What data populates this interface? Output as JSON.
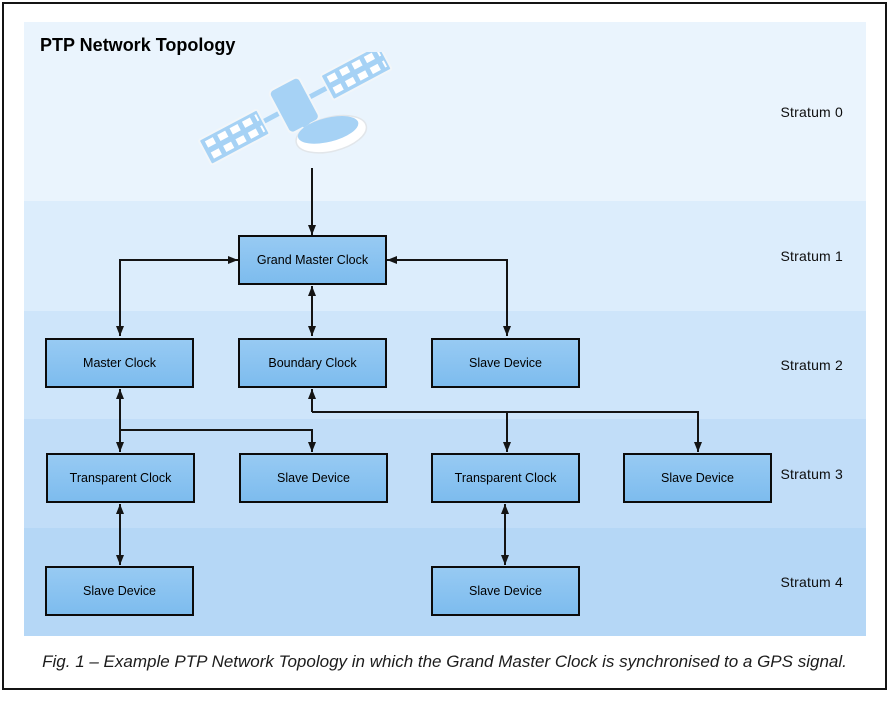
{
  "title": "PTP Network Topology",
  "caption": "Fig. 1 – Example PTP Network Topology in which the Grand Master Clock is synchronised to a GPS signal.",
  "strata": [
    "Stratum 0",
    "Stratum 1",
    "Stratum 2",
    "Stratum 3",
    "Stratum 4"
  ],
  "nodes": {
    "grand_master_clock": "Grand Master Clock",
    "master_clock": "Master Clock",
    "boundary_clock": "Boundary Clock",
    "slave_device_stratum2": "Slave Device",
    "transparent_clock_left": "Transparent Clock",
    "slave_device_stratum3_mid": "Slave Device",
    "transparent_clock_right": "Transparent Clock",
    "slave_device_stratum3_right": "Slave Device",
    "slave_device_stratum4_left": "Slave Device",
    "slave_device_stratum4_right": "Slave Device"
  },
  "icons": {
    "satellite": "gps-satellite-icon"
  },
  "colors": {
    "band_stratum0": "#EAF4FD",
    "band_stratum1": "#DCEDFC",
    "band_stratum2": "#CEE5FA",
    "band_stratum3": "#C1DDF8",
    "band_stratum4": "#B5D7F6",
    "node_fill_top": "#97CAF3",
    "node_fill_bottom": "#7DBCEE",
    "node_border": "#0B0B0B",
    "connector": "#141414",
    "satellite_fill": "#A6D2F5"
  }
}
